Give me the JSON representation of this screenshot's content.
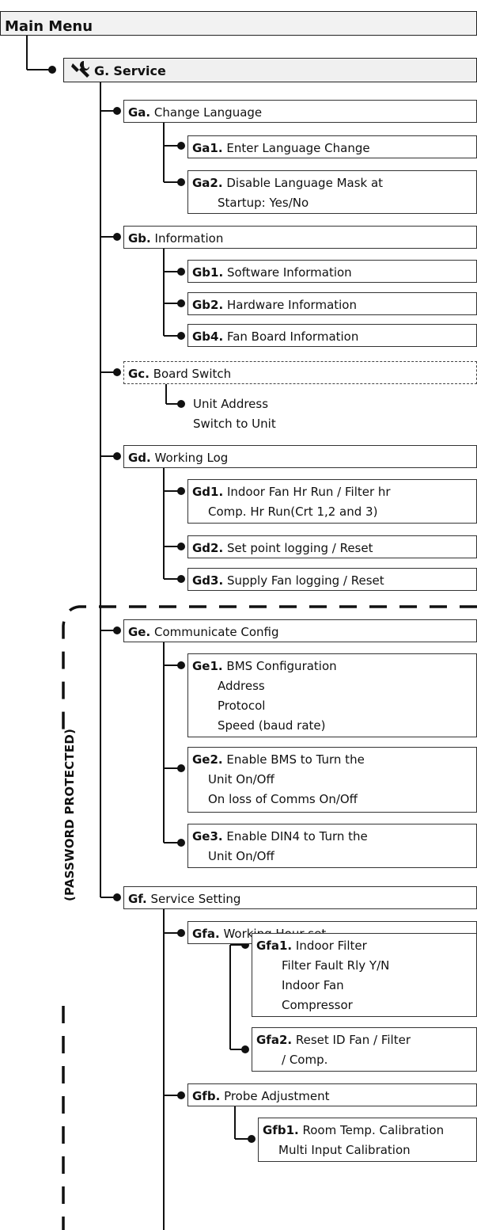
{
  "main_menu": "Main Menu",
  "service": {
    "code": "G.",
    "label": "Service",
    "icon": "wrench-icon"
  },
  "password_label": "(PASSWORD PROTECTED)",
  "items": {
    "ga": {
      "code": "Ga.",
      "label": "Change Language"
    },
    "ga1": {
      "code": "Ga1.",
      "label": "Enter Language Change"
    },
    "ga2": {
      "code": "Ga2.",
      "label": "Disable Language Mask at",
      "lines": [
        "Startup: Yes/No"
      ]
    },
    "gb": {
      "code": "Gb.",
      "label": "Information"
    },
    "gb1": {
      "code": "Gb1.",
      "label": "Software Information"
    },
    "gb2": {
      "code": "Gb2.",
      "label": "Hardware Information"
    },
    "gb4": {
      "code": "Gb4.",
      "label": "Fan Board Information"
    },
    "gc": {
      "code": "Gc.",
      "label": "Board Switch"
    },
    "gc_sub": {
      "lines": [
        "Unit Address",
        "Switch to Unit"
      ]
    },
    "gd": {
      "code": "Gd.",
      "label": "Working Log"
    },
    "gd1": {
      "code": "Gd1.",
      "label": "Indoor Fan Hr Run / Filter hr",
      "lines": [
        "Comp. Hr Run(Crt 1,2 and 3)"
      ]
    },
    "gd2": {
      "code": "Gd2.",
      "label": "Set point logging / Reset"
    },
    "gd3": {
      "code": "Gd3.",
      "label": "Supply Fan logging / Reset"
    },
    "ge": {
      "code": "Ge.",
      "label": "Communicate Config"
    },
    "ge1": {
      "code": "Ge1.",
      "label": "BMS Configuration",
      "lines": [
        "Address",
        "Protocol",
        "Speed (baud rate)"
      ]
    },
    "ge2": {
      "code": "Ge2.",
      "label": "Enable BMS to Turn the",
      "lines": [
        "Unit On/Off",
        "On loss of Comms On/Off"
      ]
    },
    "ge3": {
      "code": "Ge3.",
      "label": "Enable DIN4 to Turn the",
      "lines": [
        "Unit On/Off"
      ]
    },
    "gf": {
      "code": "Gf.",
      "label": "Service Setting"
    },
    "gfa": {
      "code": "Gfa.",
      "label": "Working Hour set"
    },
    "gfa1": {
      "code": "Gfa1.",
      "label": "Indoor Filter",
      "lines": [
        "Filter Fault Rly Y/N",
        "Indoor Fan",
        "Compressor"
      ]
    },
    "gfa2": {
      "code": "Gfa2.",
      "label": "Reset ID Fan / Filter",
      "lines": [
        "/ Comp."
      ]
    },
    "gfb": {
      "code": "Gfb.",
      "label": "Probe Adjustment"
    },
    "gfb1": {
      "code": "Gfb1.",
      "label": "Room Temp. Calibration",
      "lines": [
        "Multi Input Calibration"
      ]
    }
  }
}
